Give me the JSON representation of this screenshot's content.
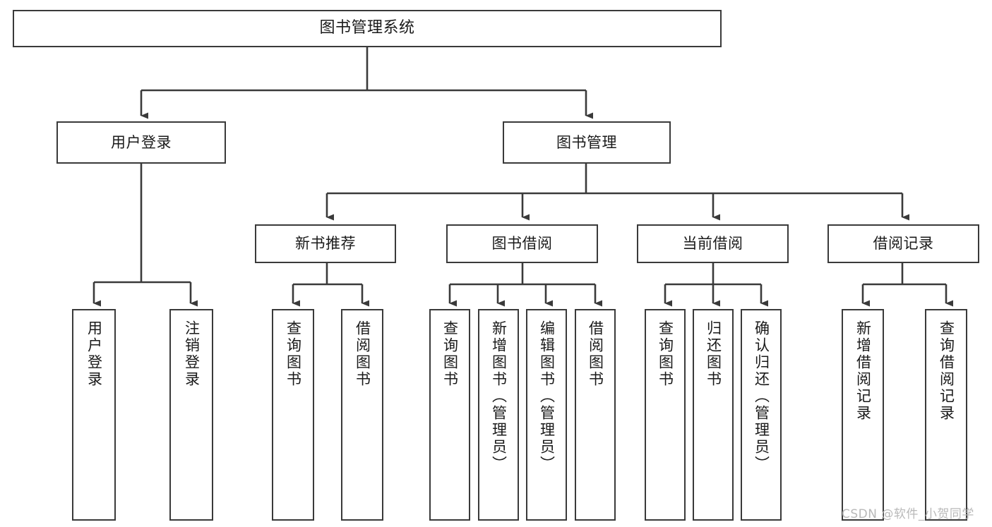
{
  "diagram": {
    "title": "图书管理系统",
    "type": "tree",
    "watermark": "CSDN @软件_小贺同学",
    "colors": {
      "border": "#3a3a3a",
      "background": "#ffffff",
      "text": "#1a1a1a",
      "watermark": "#b9b9b9"
    },
    "root": {
      "label": "图书管理系统"
    },
    "level2": [
      {
        "label": "用户登录"
      },
      {
        "label": "图书管理"
      }
    ],
    "level3": [
      {
        "label": "新书推荐"
      },
      {
        "label": "图书借阅"
      },
      {
        "label": "当前借阅"
      },
      {
        "label": "借阅记录"
      }
    ],
    "leaves": {
      "user_login": [
        {
          "label": "用户登录"
        },
        {
          "label": "注销登录"
        }
      ],
      "new_book_recommend": [
        {
          "label": "查询图书"
        },
        {
          "label": "借阅图书"
        }
      ],
      "book_borrow": [
        {
          "label": "查询图书"
        },
        {
          "label": "新增图书（管理员）"
        },
        {
          "label": "编辑图书（管理员）"
        },
        {
          "label": "借阅图书"
        }
      ],
      "current_borrow": [
        {
          "label": "查询图书"
        },
        {
          "label": "归还图书"
        },
        {
          "label": "确认归还（管理员）"
        }
      ],
      "borrow_record": [
        {
          "label": "新增借阅记录"
        },
        {
          "label": "查询借阅记录"
        }
      ]
    }
  }
}
